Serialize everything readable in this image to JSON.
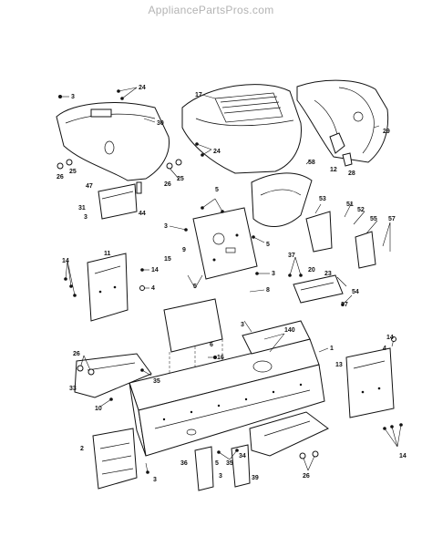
{
  "watermark": "AppliancePartsPros.com",
  "callouts": [
    {
      "id": "c24a",
      "label": "24"
    },
    {
      "id": "c3a",
      "label": "3"
    },
    {
      "id": "c30",
      "label": "30"
    },
    {
      "id": "c17",
      "label": "17"
    },
    {
      "id": "c29",
      "label": "29"
    },
    {
      "id": "c24b",
      "label": "24"
    },
    {
      "id": "c12",
      "label": "12"
    },
    {
      "id": "c28",
      "label": "28"
    },
    {
      "id": "c26a",
      "label": "26"
    },
    {
      "id": "c25a",
      "label": "25"
    },
    {
      "id": "c26b",
      "label": "26"
    },
    {
      "id": "c25b",
      "label": "25"
    },
    {
      "id": "c47",
      "label": "47"
    },
    {
      "id": "c31",
      "label": "31"
    },
    {
      "id": "c3b",
      "label": "3"
    },
    {
      "id": "c44",
      "label": "44"
    },
    {
      "id": "c58",
      "label": "58"
    },
    {
      "id": "c5a",
      "label": "5"
    },
    {
      "id": "c3c",
      "label": "3"
    },
    {
      "id": "c5b",
      "label": "5"
    },
    {
      "id": "c53",
      "label": "53"
    },
    {
      "id": "c51",
      "label": "51"
    },
    {
      "id": "c52",
      "label": "52"
    },
    {
      "id": "c55",
      "label": "55"
    },
    {
      "id": "c57",
      "label": "57"
    },
    {
      "id": "c9",
      "label": "9"
    },
    {
      "id": "c15",
      "label": "15"
    },
    {
      "id": "c11",
      "label": "11"
    },
    {
      "id": "c14a",
      "label": "14"
    },
    {
      "id": "c14b",
      "label": "14"
    },
    {
      "id": "c4a",
      "label": "4"
    },
    {
      "id": "c37a",
      "label": "37"
    },
    {
      "id": "c20",
      "label": "20"
    },
    {
      "id": "c23",
      "label": "23"
    },
    {
      "id": "c3d",
      "label": "3"
    },
    {
      "id": "c8",
      "label": "8"
    },
    {
      "id": "c54",
      "label": "54"
    },
    {
      "id": "c37b",
      "label": "37"
    },
    {
      "id": "c5c",
      "label": "5"
    },
    {
      "id": "c3e",
      "label": "3"
    },
    {
      "id": "c140",
      "label": "140"
    },
    {
      "id": "c1",
      "label": "1"
    },
    {
      "id": "c6",
      "label": "6"
    },
    {
      "id": "c16",
      "label": "16"
    },
    {
      "id": "c14c",
      "label": "14"
    },
    {
      "id": "c4b",
      "label": "4"
    },
    {
      "id": "c26c",
      "label": "26"
    },
    {
      "id": "c35a",
      "label": "35"
    },
    {
      "id": "c13",
      "label": "13"
    },
    {
      "id": "c33",
      "label": "33"
    },
    {
      "id": "c10",
      "label": "10"
    },
    {
      "id": "c2",
      "label": "2"
    },
    {
      "id": "c35b",
      "label": "35"
    },
    {
      "id": "c36",
      "label": "36"
    },
    {
      "id": "c3f",
      "label": "3"
    },
    {
      "id": "c39",
      "label": "39"
    },
    {
      "id": "c34",
      "label": "34"
    },
    {
      "id": "c26d",
      "label": "26"
    },
    {
      "id": "c14d",
      "label": "14"
    },
    {
      "id": "c5d",
      "label": "5"
    },
    {
      "id": "c3g",
      "label": "3"
    }
  ]
}
